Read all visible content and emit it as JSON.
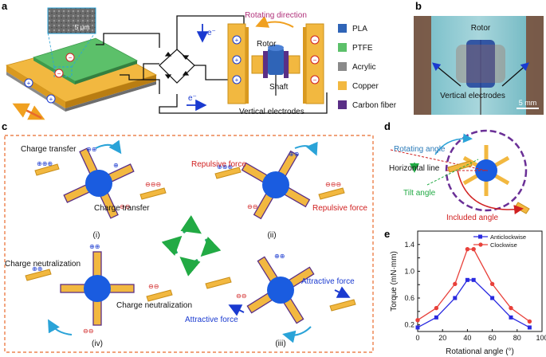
{
  "panels": {
    "a": {
      "letter": "a",
      "scale": "5 μm",
      "rotating_direction": "Rotating direction",
      "rotor": "Rotor",
      "shaft": "Shaft",
      "vertical_electrodes": "Vertical electrodes",
      "electron_top": "e⁻",
      "electron_bottom": "e⁻",
      "legend": [
        {
          "label": "PLA",
          "color": "#2f64b7"
        },
        {
          "label": "PTFE",
          "color": "#5cc06a"
        },
        {
          "label": "Acrylic",
          "color": "#8a8a8a"
        },
        {
          "label": "Copper",
          "color": "#f2b840"
        },
        {
          "label": "Carbon fiber",
          "color": "#5a2f86"
        }
      ]
    },
    "b": {
      "letter": "b",
      "rotor": "Rotor",
      "vertical_electrodes": "Vertical electrodes",
      "scale": "5 mm"
    },
    "c": {
      "letter": "c",
      "charge_transfer_1": "Charge transfer",
      "charge_transfer_2": "Charge transfer",
      "repulsive_1": "Repulsive force",
      "repulsive_2": "Repulsive force",
      "neutral_1": "Charge neutralization",
      "neutral_2": "Charge neutralization",
      "attractive_1": "Attractive force",
      "attractive_2": "Attractive force",
      "step_i": "(i)",
      "step_ii": "(ii)",
      "step_iii": "(iii)",
      "step_iv": "(iv)"
    },
    "d": {
      "letter": "d",
      "rotating_angle": "Rotating angle",
      "horizontal_line": "Horizontal line",
      "tilt_angle": "Tilt angle",
      "included_angle": "Included angle"
    },
    "e": {
      "letter": "e"
    }
  },
  "chart_data": {
    "type": "line",
    "xlabel": "Rotational angle (°)",
    "ylabel": "Torque (mN·mm)",
    "xlim": [
      0,
      100
    ],
    "ylim": [
      0.1,
      1.6
    ],
    "xticks": [
      0,
      20,
      40,
      60,
      80,
      100
    ],
    "yticks": [
      0.2,
      0.4,
      0.6,
      0.8,
      1.0,
      1.2,
      1.4,
      1.6
    ],
    "ytick_labels": [
      "0.2",
      "",
      "0.6",
      "",
      "1.0",
      "",
      "1.4",
      ""
    ],
    "legend_position": "top-right",
    "grid": false,
    "series": [
      {
        "name": "Anticlockwise",
        "color": "#2a2ae0",
        "marker": "square",
        "x": [
          0,
          15,
          30,
          40,
          45,
          60,
          75,
          90
        ],
        "y": [
          0.16,
          0.31,
          0.6,
          0.87,
          0.87,
          0.6,
          0.31,
          0.16
        ]
      },
      {
        "name": "Clockwise",
        "color": "#e8403a",
        "marker": "circle",
        "x": [
          0,
          15,
          30,
          40,
          45,
          60,
          75,
          90
        ],
        "y": [
          0.27,
          0.45,
          0.81,
          1.33,
          1.33,
          0.81,
          0.45,
          0.25
        ]
      }
    ]
  }
}
